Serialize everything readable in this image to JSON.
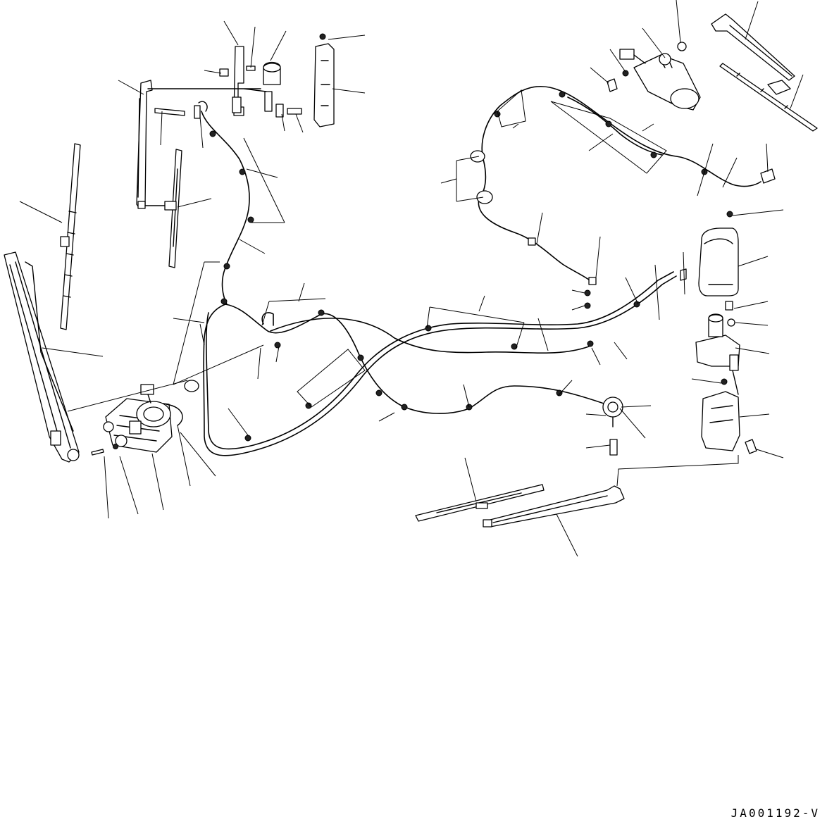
{
  "drawing": {
    "id_label": "JA001192-V",
    "subject": "wiper-washer-assembly",
    "components": [
      "front-wiper-blade-left",
      "front-wiper-arm-left",
      "front-wiper-motor",
      "upper-wiper-arm",
      "upper-wiper-blade",
      "washer-nozzle-bracket",
      "washer-hose-harness",
      "cover-plate",
      "rear-wiper-motor",
      "rear-wiper-arm",
      "rear-wiper-blade",
      "right-motor-cover",
      "right-motor-bracket",
      "lower-wiper-arm",
      "lower-wiper-blade",
      "check-valve",
      "hose-connector"
    ]
  }
}
